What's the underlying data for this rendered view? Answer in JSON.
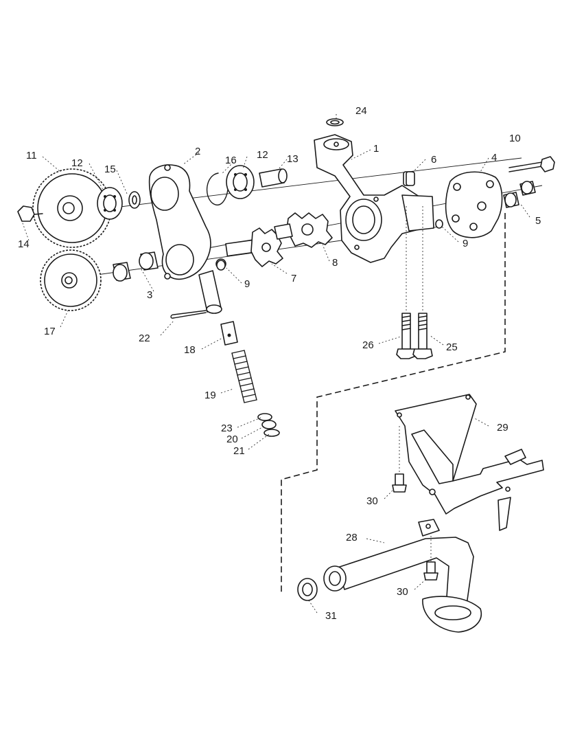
{
  "callouts": {
    "c1": "1",
    "c2": "2",
    "c3": "3",
    "c4": "4",
    "c5": "5",
    "c6": "6",
    "c7": "7",
    "c8": "8",
    "c9a": "9",
    "c9b": "9",
    "c10": "10",
    "c11": "11",
    "c12a": "12",
    "c12b": "12",
    "c13": "13",
    "c14": "14",
    "c15": "15",
    "c16": "16",
    "c17": "17",
    "c18": "18",
    "c19": "19",
    "c20": "20",
    "c21": "21",
    "c22": "22",
    "c23": "23",
    "c24": "24",
    "c25": "25",
    "c26": "26",
    "c28": "28",
    "c29": "29",
    "c30a": "30",
    "c30b": "30",
    "c31": "31"
  },
  "colors": {
    "ink": "#1a1a1a",
    "paper": "#ffffff"
  }
}
